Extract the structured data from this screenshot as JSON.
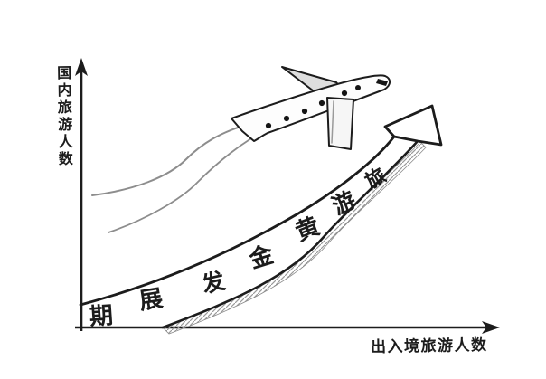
{
  "axes": {
    "y_label": "国内旅游人数",
    "x_label": "出入境旅游人数"
  },
  "band": {
    "reading": "旅游黄金发展期",
    "chars": [
      "期",
      "展",
      "发",
      "金",
      "黄",
      "游",
      "旅"
    ]
  },
  "icons": {
    "airplane": "hand-drawn jet airplane climbing to upper right",
    "smoke_trails": "two wavy contrail lines behind airplane",
    "trend_arrow": "curved ribbon arrow rising to upper right with hatched underside",
    "y_axis_arrow": "upward solid arrowhead",
    "x_axis_arrow": "rightward solid arrowhead"
  },
  "colors": {
    "ink": "#1c1c1c",
    "smoke": "#8d8d8d",
    "hatch": "#9a9a9a",
    "wing_shade": "#dedede",
    "paper": "#ffffff"
  }
}
